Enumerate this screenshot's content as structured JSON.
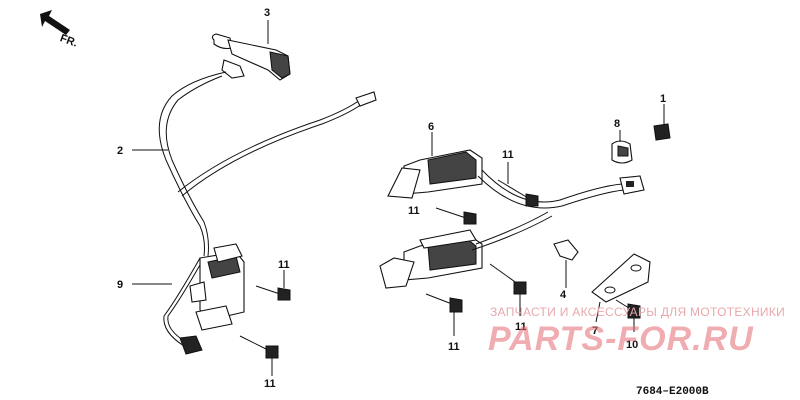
{
  "direction": {
    "label": "FR."
  },
  "callouts": [
    {
      "id": "3",
      "label": "3"
    },
    {
      "id": "2",
      "label": "2"
    },
    {
      "id": "9",
      "label": "9"
    },
    {
      "id": "6",
      "label": "6"
    },
    {
      "id": "8",
      "label": "8"
    },
    {
      "id": "1",
      "label": "1"
    },
    {
      "id": "11a",
      "label": "11"
    },
    {
      "id": "11b",
      "label": "11"
    },
    {
      "id": "11c",
      "label": "11"
    },
    {
      "id": "11d",
      "label": "11"
    },
    {
      "id": "11e",
      "label": "11"
    },
    {
      "id": "11f",
      "label": "11"
    },
    {
      "id": "4",
      "label": "4"
    },
    {
      "id": "7",
      "label": "7"
    },
    {
      "id": "10",
      "label": "10"
    }
  ],
  "diagram_code": "7684–E2000B",
  "watermark": {
    "tagline": "ЗАПЧАСТИ И АКСЕССУАРЫ ДЛЯ МОТОТЕХНИКИ",
    "brand": "PARTS-FOR.RU"
  },
  "colors": {
    "ink": "#111111",
    "watermark": "#e56b73"
  }
}
